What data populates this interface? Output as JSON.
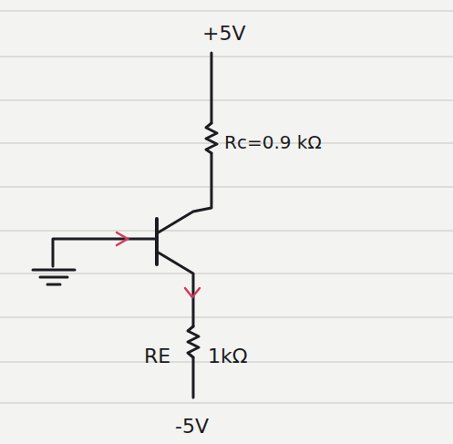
{
  "diagram": {
    "labels": [
      "+5V",
      "Rc=0.9 kΩ",
      "RE",
      "1kΩ",
      "-5V"
    ]
  }
}
